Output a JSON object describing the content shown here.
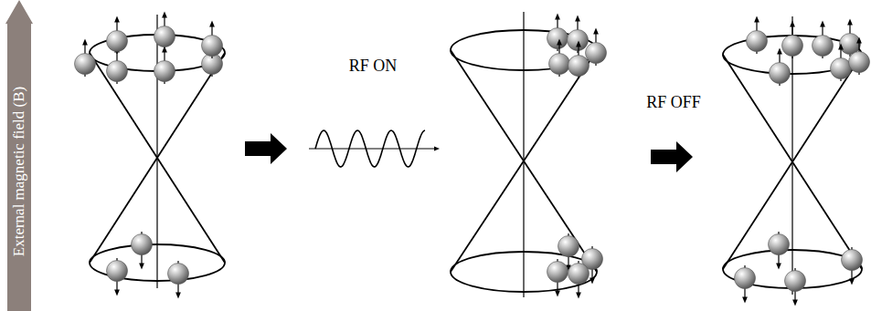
{
  "diagram": {
    "nodes": [
      {
        "text": [
          "External magnetic field (B)"
        ]
      }
    ],
    "labels": [
      "RF ON",
      "RF OFF"
    ]
  }
}
